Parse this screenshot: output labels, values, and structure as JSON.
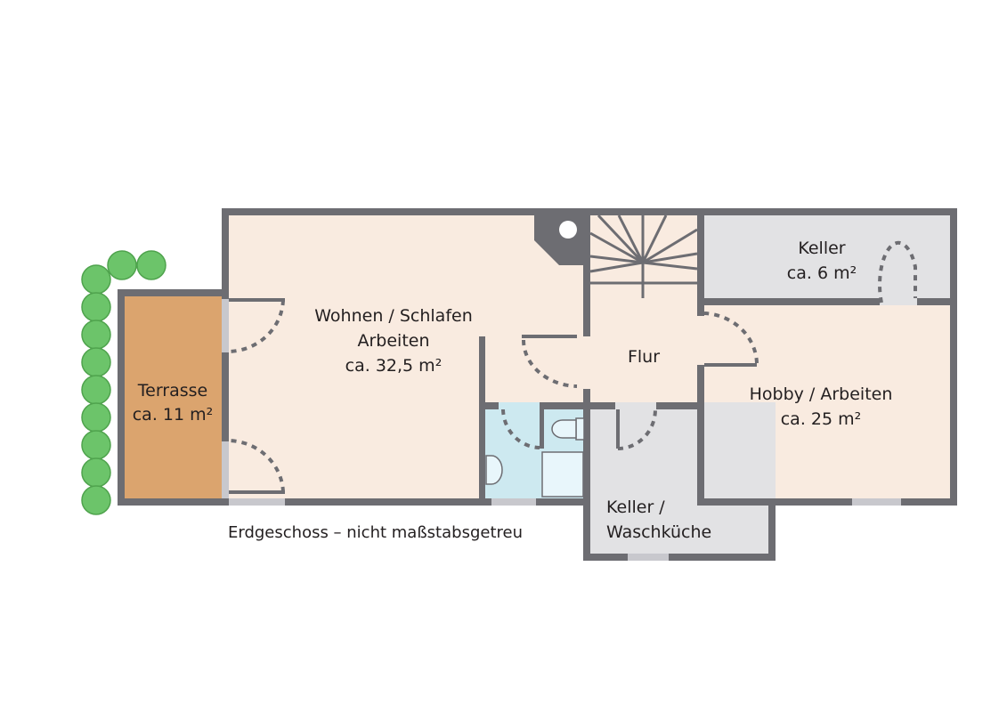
{
  "rooms": {
    "terrasse": {
      "name": "Terrasse",
      "area": "ca. 11 m²"
    },
    "wohnen": {
      "name_line1": "Wohnen / Schlafen",
      "name_line2": "Arbeiten",
      "area": "ca. 32,5 m²"
    },
    "flur": {
      "name": "Flur"
    },
    "keller": {
      "name": "Keller",
      "area": "ca. 6 m²"
    },
    "hobby": {
      "name": "Hobby / Arbeiten",
      "area": "ca. 25 m²"
    },
    "waschkueche": {
      "name_line1": "Keller /",
      "name_line2": "Waschküche"
    }
  },
  "caption": "Erdgeschoss – nicht maßstabsgetreu",
  "colors": {
    "wall": "#6d6d72",
    "living": "#f9ebe0",
    "terrace": "#dba46e",
    "cellar": "#e2e2e4",
    "bath": "#cde9f0",
    "hedge": "#6cc46a"
  }
}
